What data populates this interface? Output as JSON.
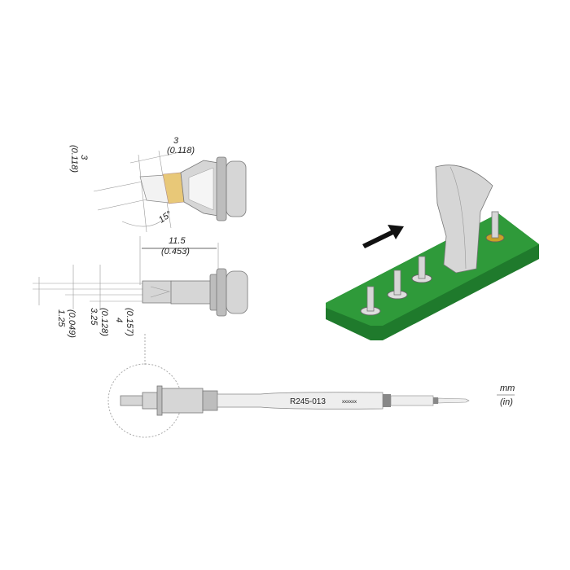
{
  "top_view": {
    "width_mm": "3",
    "width_in": "(0.118)",
    "length_mm": "3",
    "length_in": "(0.118)",
    "angle": "15°"
  },
  "side_view": {
    "length_mm": "11.5",
    "length_in": "(0.453)",
    "dim1_mm": "1.25",
    "dim1_in": "(0.049)",
    "dim2_mm": "3.25",
    "dim2_in": "(0.128)",
    "dim3_mm": "4",
    "dim3_in": "(0.157)"
  },
  "full_tip": {
    "part_number": "R245-013",
    "batch": "xxxxxx"
  },
  "units": {
    "primary": "mm",
    "secondary": "(in)"
  },
  "colors": {
    "pcb": "#2f9a3a",
    "tinned": "#e8c878",
    "pad": "#c9a227",
    "arrow": "#111111"
  }
}
